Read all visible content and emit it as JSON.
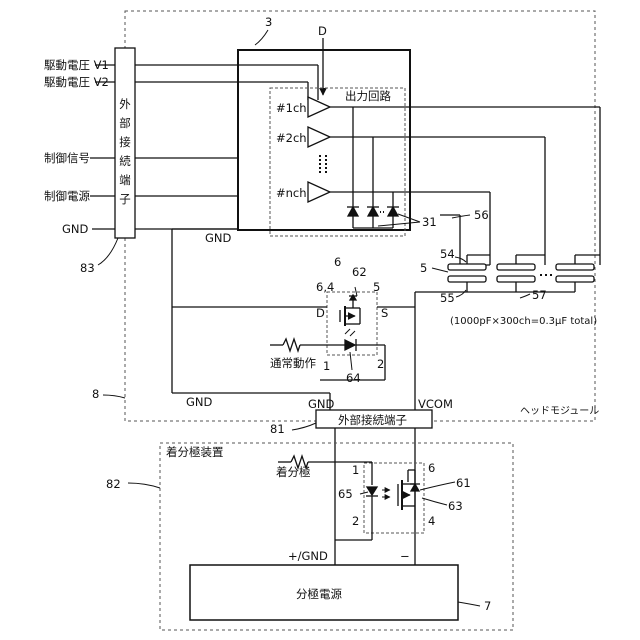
{
  "labels": {
    "drive_v1": "駆動電圧 V1",
    "drive_v2": "駆動電圧 V2",
    "control_signal": "制御信号",
    "control_power": "制御電源",
    "gnd_left": "GND",
    "ext_terminal_vertical": [
      "外",
      "部",
      "接",
      "続",
      "端",
      "子"
    ],
    "ref_83": "83",
    "ref_3": "3",
    "pin_d_top": "D",
    "output_circuit": "出力回路",
    "ch1": "#1ch",
    "ch2": "#2ch",
    "chn": "#nch",
    "gnd_ic": "GND",
    "ref_31": "31",
    "ref_56": "56",
    "ref_5": "5",
    "ref_54": "54",
    "ref_55": "55",
    "ref_57": "57",
    "cap_note": "(1000pF×300ch=0.3μF total)",
    "ref_6": "6",
    "ref_64_top": "6,4",
    "ref_62": "62",
    "pin5": "5",
    "pin_d": "D",
    "pin_s": "S",
    "normal_op": "通常動作",
    "pin1": "1",
    "pin2": "2",
    "ref_64": "64",
    "ref_8": "8",
    "gnd_bottom": "GND",
    "gnd_ext": "GND",
    "vcom": "VCOM",
    "head_module": "ヘッドモジュール",
    "ref_81": "81",
    "ext_terminal": "外部接続端子",
    "device_82": "着分極装置",
    "ref_82": "82",
    "polarize": "着分極",
    "p1": "1",
    "p2": "2",
    "p6": "6",
    "p4": "4",
    "ref_61": "61",
    "ref_65": "65",
    "ref_63": "63",
    "plus_gnd": "+/GND",
    "minus": "−",
    "power_source": "分極電源",
    "ref_7": "7"
  },
  "colors": {
    "line": "#111111",
    "dashed": "#555555"
  }
}
